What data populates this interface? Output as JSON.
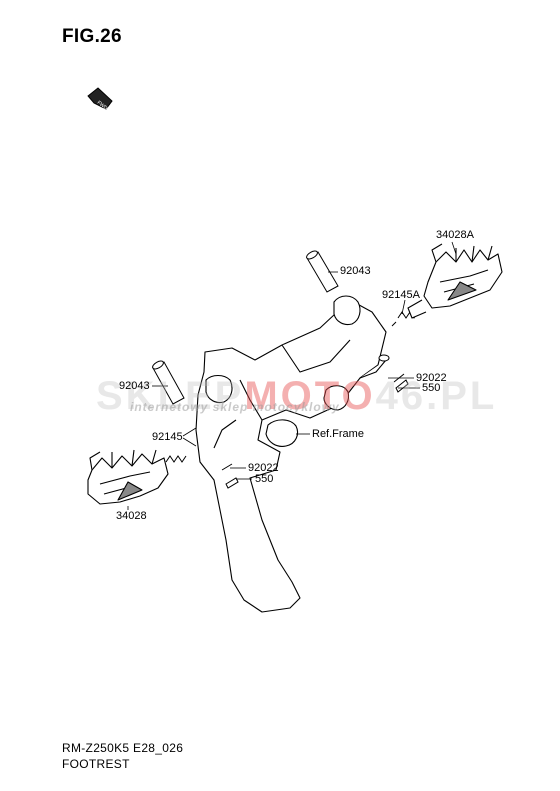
{
  "figure": {
    "title": "FIG.26"
  },
  "fwd_badge": {
    "text": "FWD"
  },
  "watermark": {
    "main_a": "SKLEP",
    "main_b": "MOTO",
    "main_c": "46.PL",
    "sub": "internetowy sklep motocyklowy"
  },
  "labels": {
    "p34028A": "34028A",
    "p92043_top": "92043",
    "p92145A": "92145A",
    "p92022_right": "92022",
    "p550_right": "550",
    "p92043_left": "92043",
    "p92145": "92145",
    "ref_frame": "Ref.Frame",
    "p92022_left": "92022",
    "p550_left": "550",
    "p34028": "34028"
  },
  "footer": {
    "model_code": "RM-Z250K5 E28_026",
    "section": "FOOTREST"
  }
}
